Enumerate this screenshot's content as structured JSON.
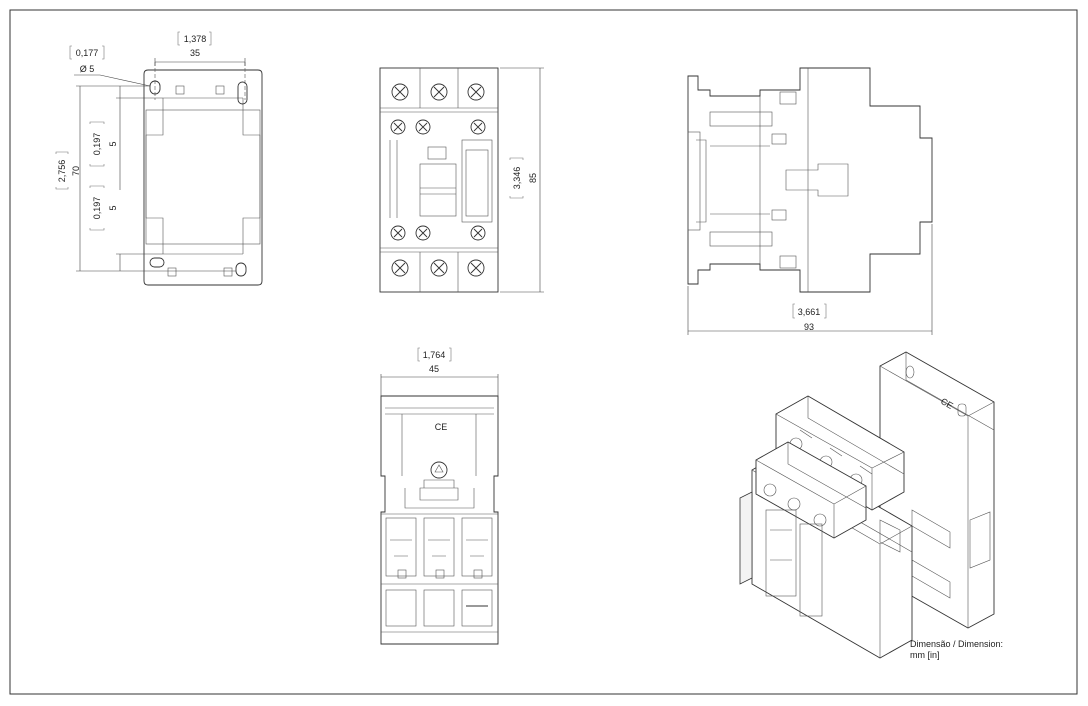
{
  "mounting_view": {
    "hole_in": "0,177",
    "hole_mm": "Ø  5",
    "width_in": "1,378",
    "width_mm": "35",
    "height_in": "2,756",
    "height_mm": "70",
    "slot_top_in": "0,197",
    "slot_top_mm": "5",
    "slot_bottom_in": "0,197",
    "slot_bottom_mm": "5"
  },
  "front_view": {
    "height_in": "3,346",
    "height_mm": "85"
  },
  "side_view": {
    "depth_in": "3,661",
    "depth_mm": "93"
  },
  "top_view": {
    "width_in": "1,764",
    "width_mm": "45",
    "ce_mark": "CE"
  },
  "iso_view": {
    "ce_mark": "CE"
  },
  "units_note": {
    "line1": "Dimensão / Dimension:",
    "line2": "mm [in]"
  }
}
